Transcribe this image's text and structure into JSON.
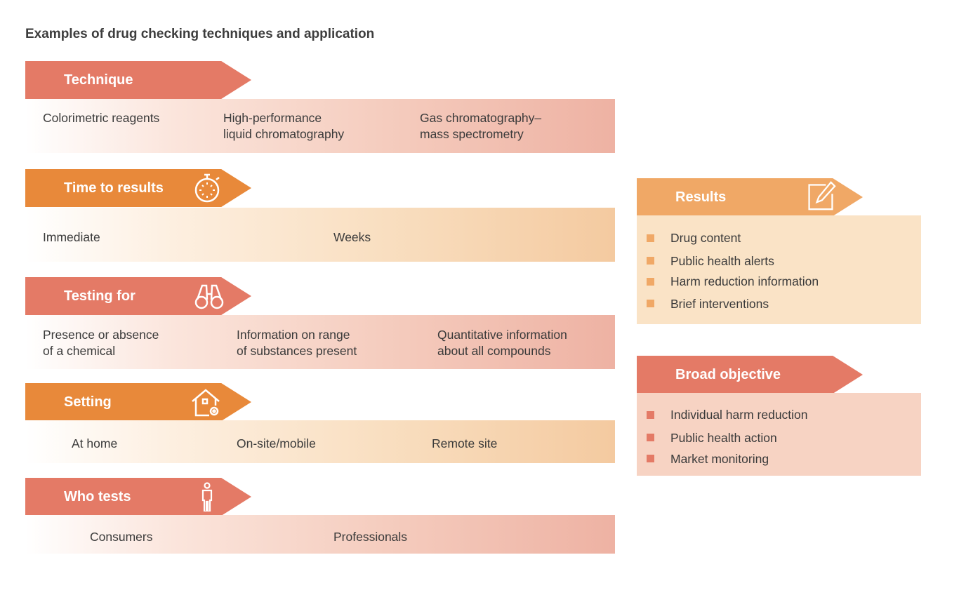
{
  "title": "Examples of drug checking techniques and application",
  "rows": [
    {
      "label": "Technique",
      "icon": "none",
      "items": [
        "Colorimetric reagents",
        "High-performance\nliquid chromatography",
        "Gas chromatography–\nmass spectrometry"
      ]
    },
    {
      "label": "Time to results",
      "icon": "stopwatch-icon",
      "items": [
        "Immediate",
        "Weeks"
      ]
    },
    {
      "label": "Testing for",
      "icon": "binoculars-icon",
      "items": [
        "Presence or absence\nof a chemical",
        "Information on range\nof substances present",
        "Quantitative information\nabout all compounds"
      ]
    },
    {
      "label": "Setting",
      "icon": "house-gear-icon",
      "items": [
        "At home",
        "On-site/mobile",
        "Remote site"
      ]
    },
    {
      "label": "Who tests",
      "icon": "person-icon",
      "items": [
        "Consumers",
        "Professionals"
      ]
    }
  ],
  "results": {
    "label": "Results",
    "icon": "edit-icon",
    "items": [
      "Drug content",
      "Public health alerts",
      "Harm reduction information",
      "Brief interventions"
    ]
  },
  "objective": {
    "label": "Broad objective",
    "items": [
      "Individual harm reduction",
      "Public health action",
      "Market monitoring"
    ]
  },
  "colors": {
    "red": "#E47A66",
    "orange": "#E8893A",
    "light_orange": "#F0A866"
  }
}
